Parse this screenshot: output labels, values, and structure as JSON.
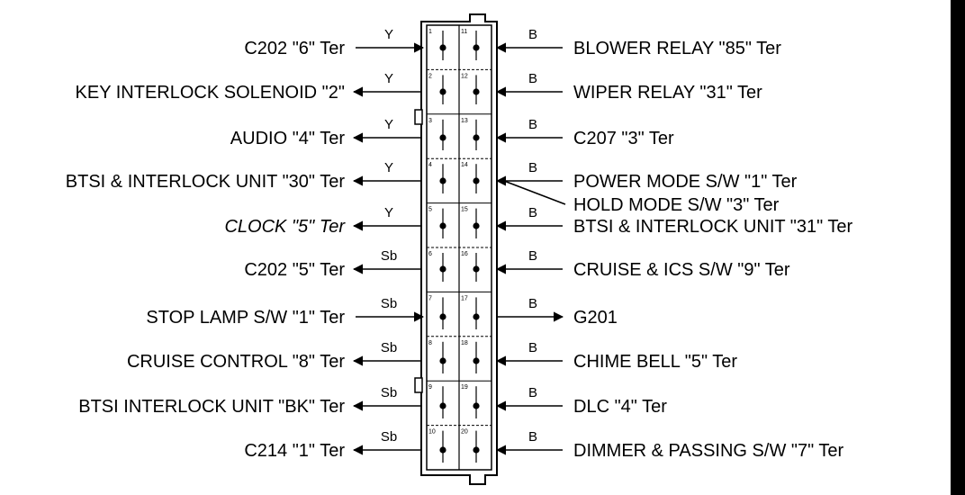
{
  "connector": {
    "left_pins": [
      {
        "pin": "1",
        "wire": "Y",
        "label": "C202 \"6\" Ter",
        "dir": "in",
        "italic": false
      },
      {
        "pin": "2",
        "wire": "Y",
        "label": "KEY INTERLOCK SOLENOID \"2\"",
        "dir": "out",
        "italic": false
      },
      {
        "pin": "3",
        "wire": "Y",
        "label": "AUDIO \"4\" Ter",
        "dir": "out",
        "italic": false
      },
      {
        "pin": "4",
        "wire": "Y",
        "label": "BTSI & INTERLOCK UNIT \"30\" Ter",
        "dir": "out",
        "italic": false
      },
      {
        "pin": "5",
        "wire": "Y",
        "label": "CLOCK \"5\" Ter",
        "dir": "out",
        "italic": true
      },
      {
        "pin": "6",
        "wire": "Sb",
        "label": "C202 \"5\" Ter",
        "dir": "out",
        "italic": false
      },
      {
        "pin": "7",
        "wire": "Sb",
        "label": "STOP LAMP S/W \"1\" Ter",
        "dir": "in",
        "italic": false
      },
      {
        "pin": "8",
        "wire": "Sb",
        "label": "CRUISE CONTROL \"8\" Ter",
        "dir": "out",
        "italic": false
      },
      {
        "pin": "9",
        "wire": "Sb",
        "label": "BTSI  INTERLOCK UNIT \"BK\" Ter",
        "dir": "out",
        "italic": false
      },
      {
        "pin": "10",
        "wire": "Sb",
        "label": "C214 \"1\" Ter",
        "dir": "out",
        "italic": false
      }
    ],
    "right_pins": [
      {
        "pin": "11",
        "wire": "B",
        "label": "BLOWER RELAY \"85\" Ter",
        "dir": "in"
      },
      {
        "pin": "12",
        "wire": "B",
        "label": "WIPER RELAY \"31\" Ter",
        "dir": "in"
      },
      {
        "pin": "13",
        "wire": "B",
        "label": "C207 \"3\" Ter",
        "dir": "in"
      },
      {
        "pin": "14",
        "wire": "B",
        "label": "POWER MODE S/W \"1\" Ter",
        "dir": "in",
        "extra_label": "HOLD MODE S/W \"3\" Ter"
      },
      {
        "pin": "15",
        "wire": "B",
        "label": "BTSI & INTERLOCK UNIT \"31\" Ter",
        "dir": "in"
      },
      {
        "pin": "16",
        "wire": "B",
        "label": "CRUISE & ICS S/W \"9\" Ter",
        "dir": "in"
      },
      {
        "pin": "17",
        "wire": "B",
        "label": "G201",
        "dir": "out"
      },
      {
        "pin": "18",
        "wire": "B",
        "label": "CHIME BELL \"5\" Ter",
        "dir": "in"
      },
      {
        "pin": "19",
        "wire": "B",
        "label": "DLC \"4\" Ter",
        "dir": "in"
      },
      {
        "pin": "20",
        "wire": "B",
        "label": "DIMMER & PASSING S/W \"7\" Ter",
        "dir": "in"
      }
    ]
  }
}
